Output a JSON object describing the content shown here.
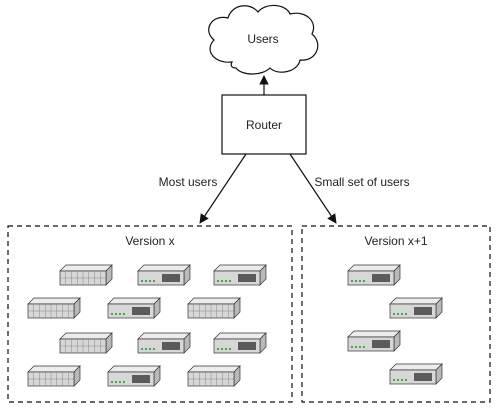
{
  "cloud": {
    "label": "Users"
  },
  "router": {
    "label": "Router"
  },
  "edges": {
    "left_label": "Most users",
    "right_label": "Small set of users"
  },
  "groups": [
    {
      "title": "Version x"
    },
    {
      "title": "Version x+1"
    }
  ],
  "colors": {
    "stroke": "#111111",
    "server_front": "#d7d7d7",
    "server_top": "#ececec",
    "server_dark": "#5b5b5b"
  }
}
